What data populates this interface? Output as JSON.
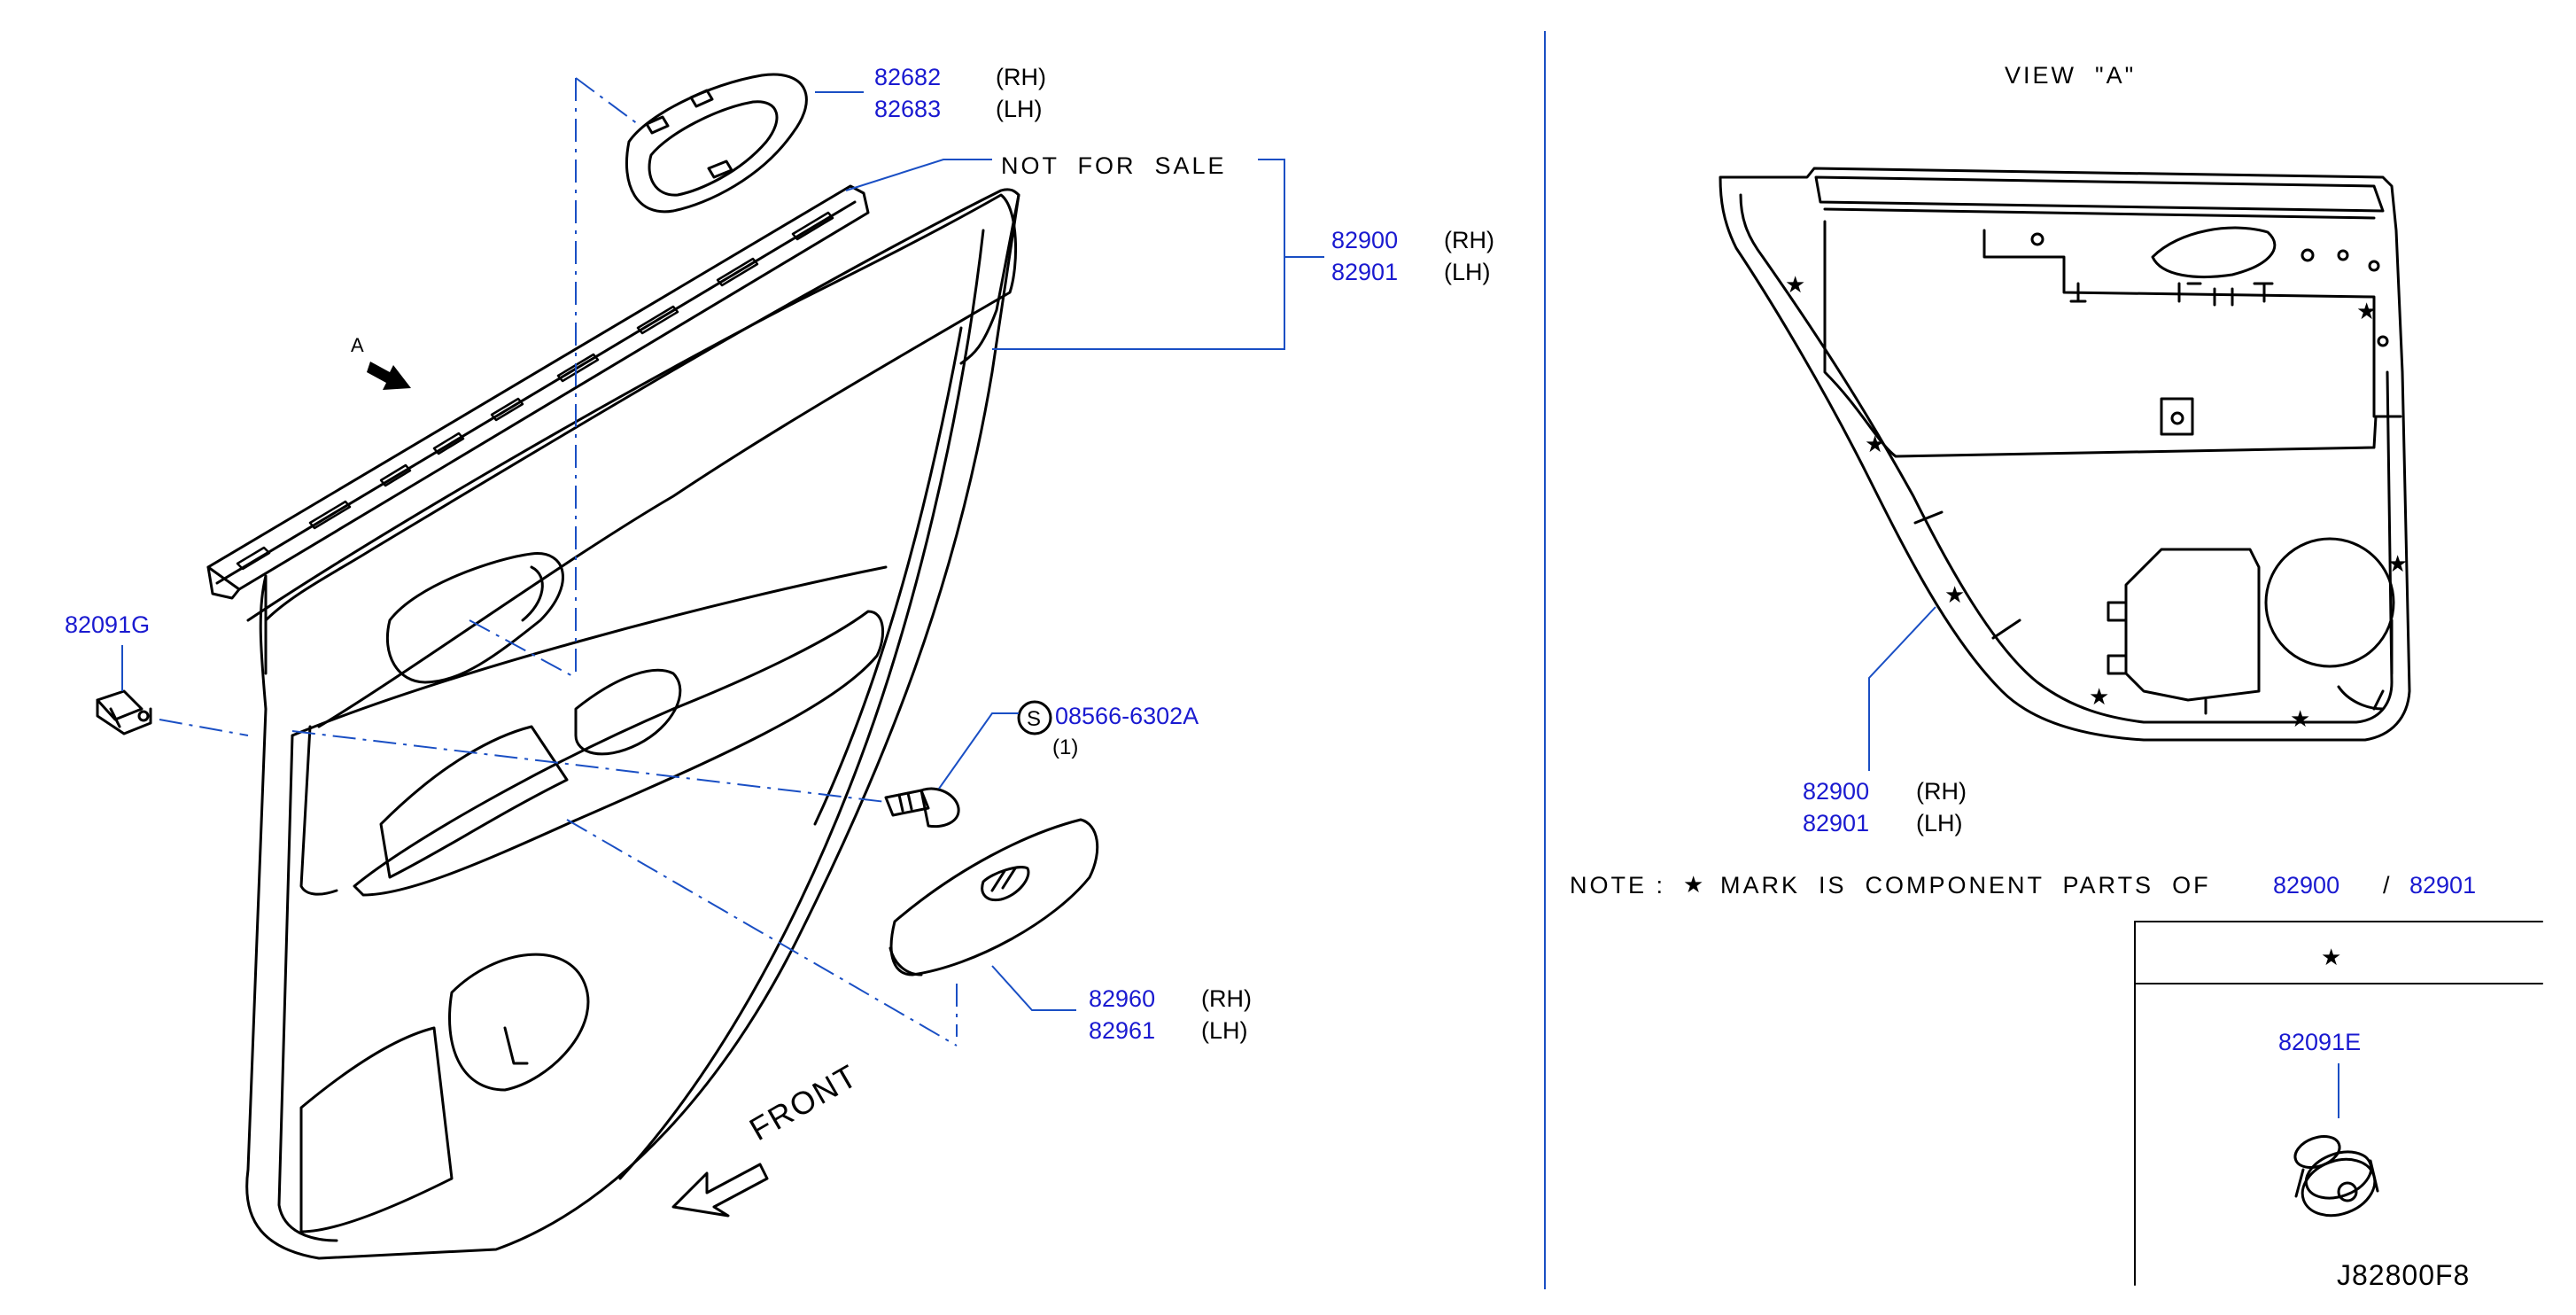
{
  "colors": {
    "part_number": "#1a1ad0",
    "leader": "#1a4fc4",
    "line": "#000000"
  },
  "parts": {
    "handle_escutcheon": {
      "pn_rh": "82682",
      "side_rh": "(RH)",
      "pn_lh": "82683",
      "side_lh": "(LH)"
    },
    "finisher": {
      "note": "NOT  FOR  SALE"
    },
    "door_trim": {
      "pn_rh": "82900",
      "side_rh": "(RH)",
      "pn_lh": "82901",
      "side_lh": "(LH)"
    },
    "clip": {
      "pn": "82091G"
    },
    "screw": {
      "symbol": "S",
      "pn": "08566-6302A",
      "qty": "(1)"
    },
    "switch_finisher": {
      "pn_rh": "82960",
      "side_rh": "(RH)",
      "pn_lh": "82961",
      "side_lh": "(LH)"
    },
    "view_a_trim": {
      "pn_rh": "82900",
      "side_rh": "(RH)",
      "pn_lh": "82901",
      "side_lh": "(LH)"
    },
    "star_clip": {
      "symbol": "★",
      "pn": "82091E"
    }
  },
  "labels": {
    "view_arrow": "A",
    "front": "FRONT",
    "view_title": "VIEW  \"A\""
  },
  "note": {
    "prefix": "NOTE :",
    "star": "★",
    "text": "MARK  IS  COMPONENT  PARTS  OF",
    "pn1": "82900",
    "sep": "/",
    "pn2": "82901"
  },
  "diagram_id": "J82800F8"
}
